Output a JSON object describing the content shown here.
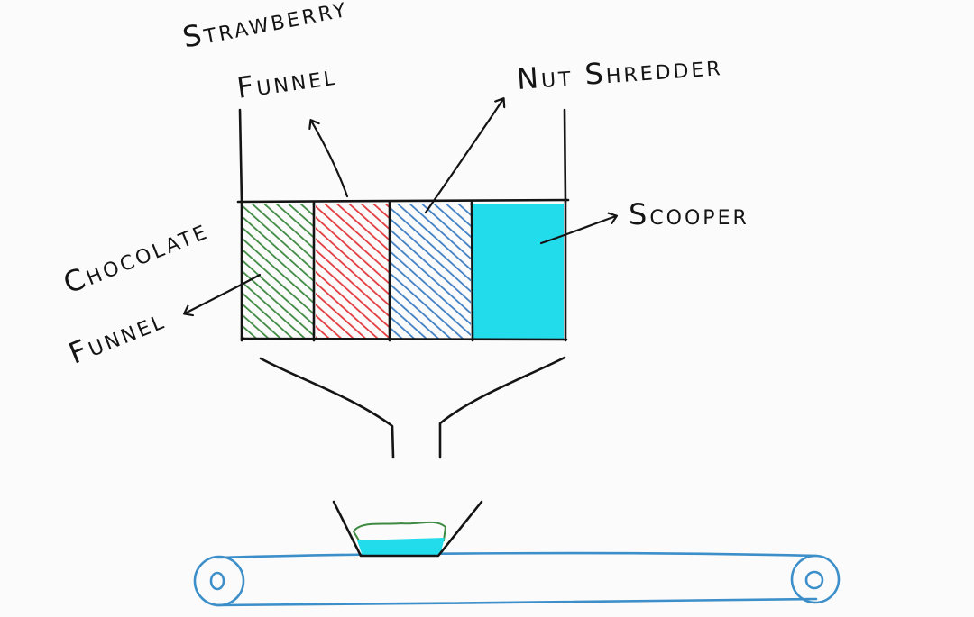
{
  "labels": {
    "strawberry_funnel": [
      "Strawberry",
      "Funnel"
    ],
    "nut_shredder": "Nut Shredder",
    "scooper": "Scooper",
    "chocolate_funnel": [
      "Chocolate",
      "Funnel"
    ]
  },
  "compartments": [
    {
      "name": "chocolate-funnel",
      "color": "#3f8a42",
      "fill": "hatched"
    },
    {
      "name": "strawberry-funnel",
      "color": "#e23b3f",
      "fill": "hatched"
    },
    {
      "name": "nut-shredder",
      "color": "#3f7fc3",
      "fill": "hatched"
    },
    {
      "name": "scooper",
      "color": "#22dcec",
      "fill": "solid"
    }
  ],
  "colors": {
    "ink": "#141414",
    "belt": "#3c8fc9",
    "cup_contents": "#22dcec",
    "cup_topping": "#9fd39f"
  }
}
